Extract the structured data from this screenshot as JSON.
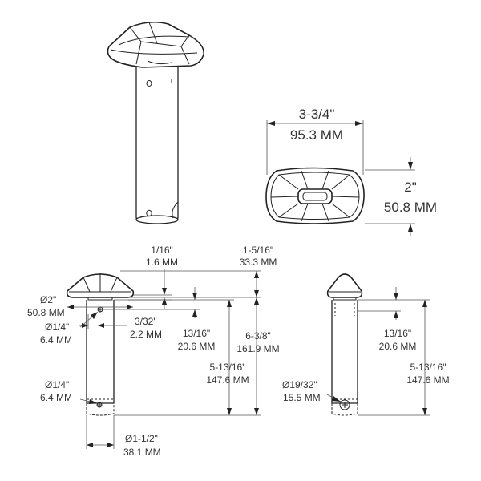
{
  "top_view": {
    "width_in": "3-3/4\"",
    "width_mm": "95.3 MM",
    "height_in": "2\"",
    "height_mm": "50.8 MM"
  },
  "front_view": {
    "cap_offset_in": "1/16\"",
    "cap_offset_mm": "1.6 MM",
    "cap_height_in": "1-5/16\"",
    "cap_height_mm": "33.3 MM",
    "cap_dia_in": "Ø2\"",
    "cap_dia_mm": "50.8 MM",
    "top_hole_in": "Ø1/4\"",
    "top_hole_mm": "6.4 MM",
    "hole_offset_in": "3/32\"",
    "hole_offset_mm": "2.2 MM",
    "hole_depth_in": "13/16\"",
    "hole_depth_mm": "20.6 MM",
    "overall_in": "6-3/8\"",
    "overall_mm": "161.9 MM",
    "post_len_in": "5-13/16\"",
    "post_len_mm": "147.6 MM",
    "bottom_hole_in": "Ø1/4\"",
    "bottom_hole_mm": "6.4 MM",
    "post_dia_in": "Ø1-1/2\"",
    "post_dia_mm": "38.1 MM"
  },
  "side_view": {
    "hole_depth_in": "13/16\"",
    "hole_depth_mm": "20.6 MM",
    "post_len_in": "5-13/16\"",
    "post_len_mm": "147.6 MM",
    "bottom_hole_in": "Ø19/32\"",
    "bottom_hole_mm": "15.5 MM"
  }
}
